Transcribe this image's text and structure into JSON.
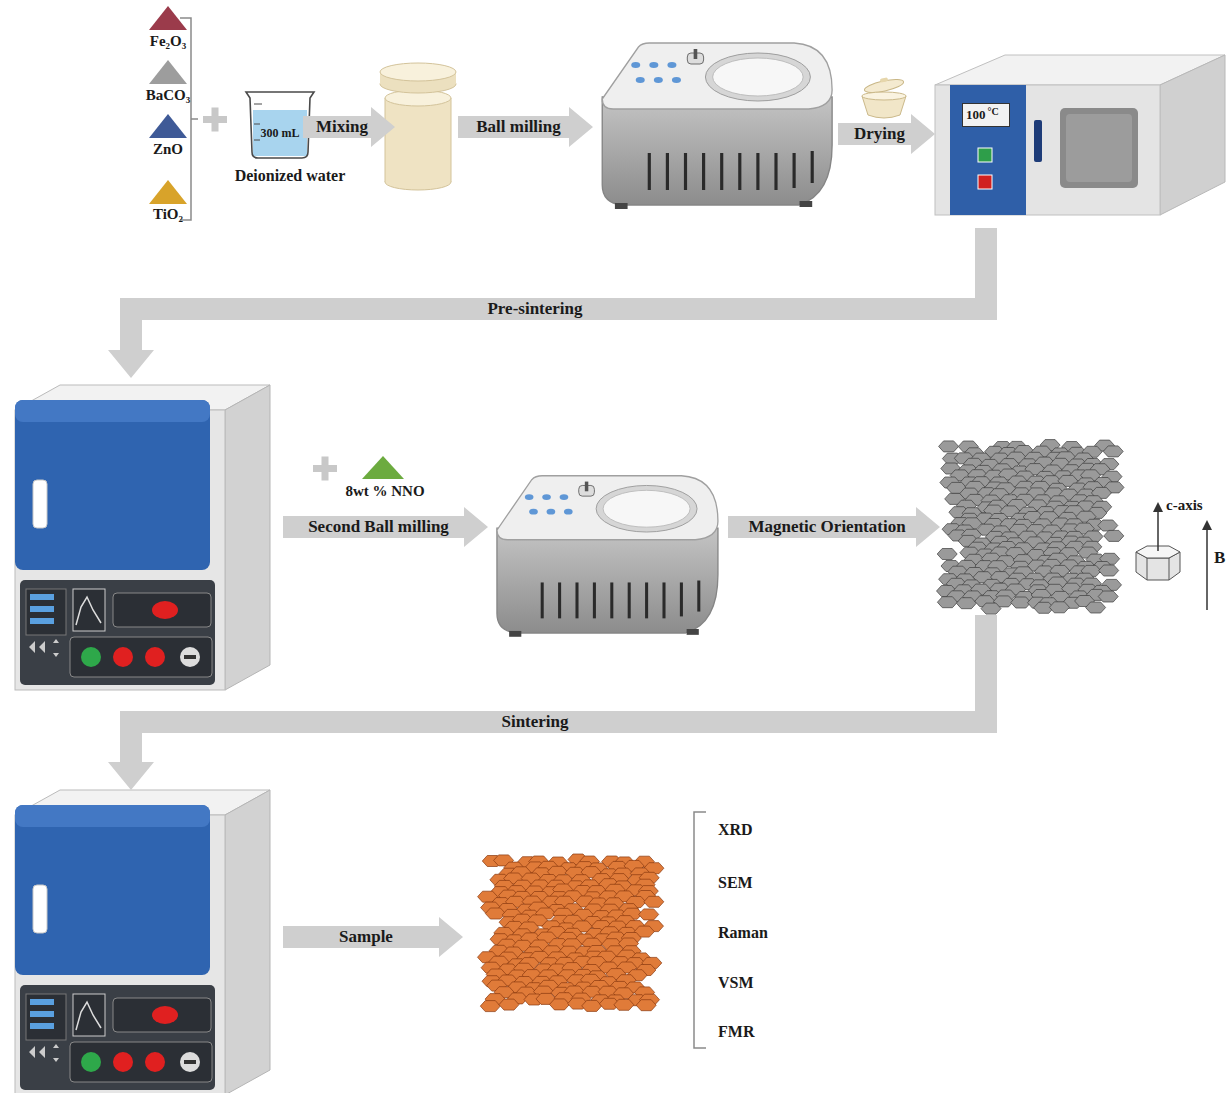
{
  "diagram": {
    "nodes": [
      {
        "text": [
          "300 mL",
          "Deionized water"
        ]
      },
      {
        "text": [
          "Mixing"
        ]
      },
      {
        "text": [
          "Ball milling"
        ]
      },
      {
        "text": [
          "Drying"
        ]
      },
      {
        "text": [
          "100",
          "°C"
        ]
      },
      {
        "text": [
          "Pre-sintering"
        ]
      },
      {
        "text": [
          "Second Ball milling"
        ]
      },
      {
        "text": [
          "Magnetic Orientation"
        ]
      },
      {
        "text": [
          "Sintering"
        ]
      },
      {
        "text": [
          "Sample"
        ]
      }
    ],
    "labels": [
      "Fe₂O₃",
      "BaCO₃",
      "ZnO",
      "TiO₂",
      "8wt % NNO",
      "c-axis",
      "B",
      "XRD",
      "SEM",
      "Raman",
      "VSM",
      "FMR"
    ]
  }
}
